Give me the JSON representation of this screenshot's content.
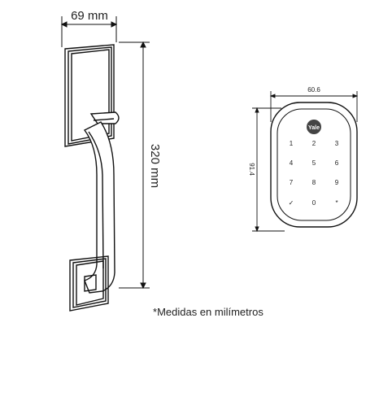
{
  "handleset": {
    "width_label": "69 mm",
    "height_label": "320 mm"
  },
  "keypad": {
    "width_label": "60.6",
    "height_label": "91.4",
    "brand": "Yale",
    "keys": [
      "1",
      "2",
      "3",
      "4",
      "5",
      "6",
      "7",
      "8",
      "9",
      "✓",
      "0",
      "*"
    ]
  },
  "footnote": {
    "star": "*",
    "text": "Medidas en milímetros"
  }
}
